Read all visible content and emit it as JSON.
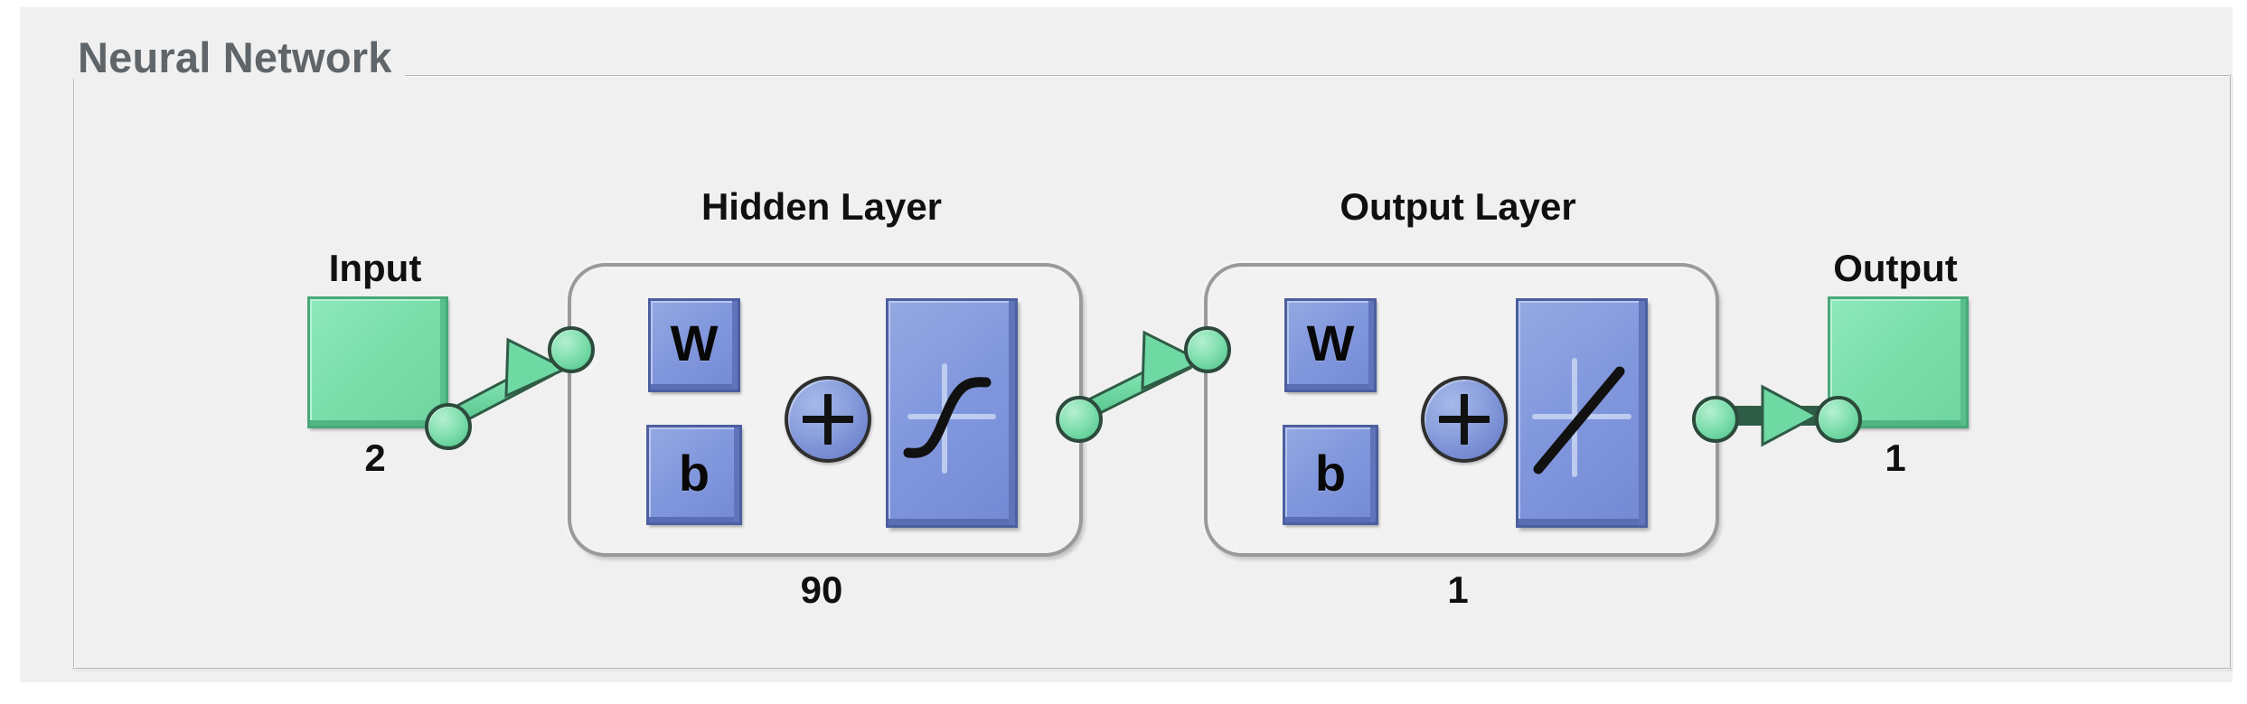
{
  "panel": {
    "group_title": "Neural Network",
    "background_color": "#f0f0f0",
    "border_color": "#b4b4b4",
    "title_color": "#5f6569"
  },
  "colors": {
    "io_block_green": "#7adfab",
    "io_block_border": "#49a878",
    "weight_block_blue": "#8197dd",
    "weight_block_border": "#4c5f9f",
    "connection_green": "#76dca8",
    "layer_box_border": "#9a9a9a",
    "text_black": "#101010"
  },
  "diagram": {
    "type": "feedforward-neural-network",
    "input": {
      "label": "Input",
      "size": "2"
    },
    "hidden_layer": {
      "label": "Hidden Layer",
      "size": "90",
      "weight_label": "W",
      "bias_label": "b",
      "sum_label": "+",
      "transfer_function": "tansig"
    },
    "output_layer": {
      "label": "Output Layer",
      "size": "1",
      "weight_label": "W",
      "bias_label": "b",
      "sum_label": "+",
      "transfer_function": "purelin"
    },
    "output": {
      "label": "Output",
      "size": "1"
    }
  }
}
